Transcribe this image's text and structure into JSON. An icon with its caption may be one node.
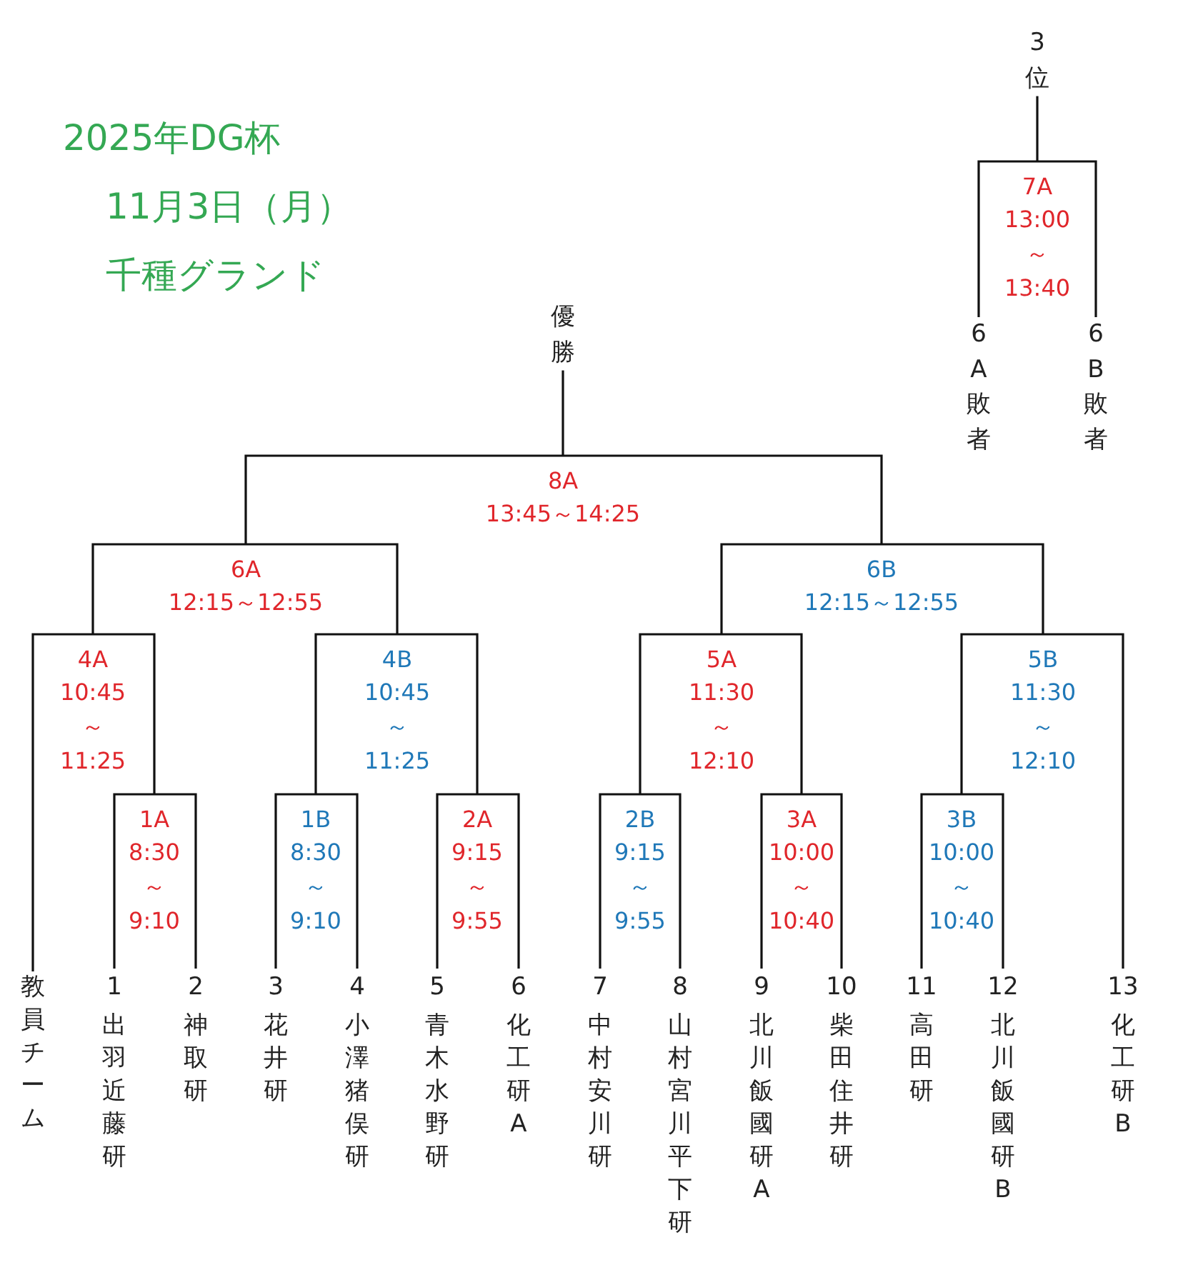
{
  "diagram": {
    "title": "2025年DG杯",
    "nodes": [
      {
        "text": [
          "3位"
        ]
      },
      {
        "text": [
          "7A",
          "13:00 ～ 13:40"
        ]
      },
      {
        "text": [
          "6A敗者"
        ]
      },
      {
        "text": [
          "6B敗者"
        ]
      },
      {
        "text": [
          "優勝"
        ]
      },
      {
        "text": [
          "8A",
          "13:45～14:25"
        ]
      },
      {
        "text": [
          "6A",
          "12:15～12:55"
        ]
      },
      {
        "text": [
          "6B",
          "12:15～12:55"
        ]
      },
      {
        "text": [
          "4A",
          "10:45 ～ 11:25"
        ]
      },
      {
        "text": [
          "4B",
          "10:45 ～ 11:25"
        ]
      },
      {
        "text": [
          "5A",
          "11:30 ～ 12:10"
        ]
      },
      {
        "text": [
          "5B",
          "11:30 ～ 12:10"
        ]
      },
      {
        "text": [
          "1A",
          "8:30 ～ 9:10"
        ]
      },
      {
        "text": [
          "1B",
          "8:30 ～ 9:10"
        ]
      },
      {
        "text": [
          "2A",
          "9:15 ～ 9:55"
        ]
      },
      {
        "text": [
          "2B",
          "9:15 ～ 9:55"
        ]
      },
      {
        "text": [
          "3A",
          "10:00 ～ 10:40"
        ]
      },
      {
        "text": [
          "3B",
          "10:00 ～ 10:40"
        ]
      },
      {
        "text": [
          "教員チーム"
        ]
      },
      {
        "text": [
          "1",
          "出羽近藤研"
        ]
      },
      {
        "text": [
          "2",
          "神取研"
        ]
      },
      {
        "text": [
          "3",
          "花井研"
        ]
      },
      {
        "text": [
          "4",
          "小澤猪俣研"
        ]
      },
      {
        "text": [
          "5",
          "青木水野研"
        ]
      },
      {
        "text": [
          "6",
          "化工研A"
        ]
      },
      {
        "text": [
          "7",
          "中村安川研"
        ]
      },
      {
        "text": [
          "8",
          "山村宮川平下研"
        ]
      },
      {
        "text": [
          "9",
          "北川飯國研A"
        ]
      },
      {
        "text": [
          "10",
          "柴田住井研"
        ]
      },
      {
        "text": [
          "11",
          "高田研"
        ]
      },
      {
        "text": [
          "12",
          "北川飯國研B"
        ]
      },
      {
        "text": [
          "13",
          "化工研B"
        ]
      }
    ],
    "edges": [
      {
        "from": 2,
        "to": 1,
        "arrow": "none"
      },
      {
        "from": 3,
        "to": 1,
        "arrow": "none"
      },
      {
        "from": 1,
        "to": 0,
        "arrow": "none"
      },
      {
        "from": 5,
        "to": 4,
        "arrow": "none"
      },
      {
        "from": 6,
        "to": 5,
        "arrow": "none"
      },
      {
        "from": 7,
        "to": 5,
        "arrow": "none"
      },
      {
        "from": 8,
        "to": 6,
        "arrow": "none"
      },
      {
        "from": 9,
        "to": 6,
        "arrow": "none"
      },
      {
        "from": 10,
        "to": 7,
        "arrow": "none"
      },
      {
        "from": 11,
        "to": 7,
        "arrow": "none"
      },
      {
        "from": 18,
        "to": 8,
        "arrow": "none"
      },
      {
        "from": 12,
        "to": 8,
        "arrow": "none"
      },
      {
        "from": 13,
        "to": 9,
        "arrow": "none"
      },
      {
        "from": 14,
        "to": 9,
        "arrow": "none"
      },
      {
        "from": 15,
        "to": 10,
        "arrow": "none"
      },
      {
        "from": 16,
        "to": 10,
        "arrow": "none"
      },
      {
        "from": 17,
        "to": 11,
        "arrow": "none"
      },
      {
        "from": 31,
        "to": 11,
        "arrow": "none"
      },
      {
        "from": 19,
        "to": 12,
        "arrow": "none"
      },
      {
        "from": 20,
        "to": 12,
        "arrow": "none"
      },
      {
        "from": 21,
        "to": 13,
        "arrow": "none"
      },
      {
        "from": 22,
        "to": 13,
        "arrow": "none"
      },
      {
        "from": 23,
        "to": 14,
        "arrow": "none"
      },
      {
        "from": 24,
        "to": 14,
        "arrow": "none"
      },
      {
        "from": 25,
        "to": 15,
        "arrow": "none"
      },
      {
        "from": 26,
        "to": 15,
        "arrow": "none"
      },
      {
        "from": 27,
        "to": 16,
        "arrow": "none"
      },
      {
        "from": 28,
        "to": 16,
        "arrow": "none"
      },
      {
        "from": 29,
        "to": 17,
        "arrow": "none"
      },
      {
        "from": 30,
        "to": 17,
        "arrow": "none"
      }
    ],
    "labels": [
      "11月3日（月）",
      "千種グランド"
    ]
  }
}
